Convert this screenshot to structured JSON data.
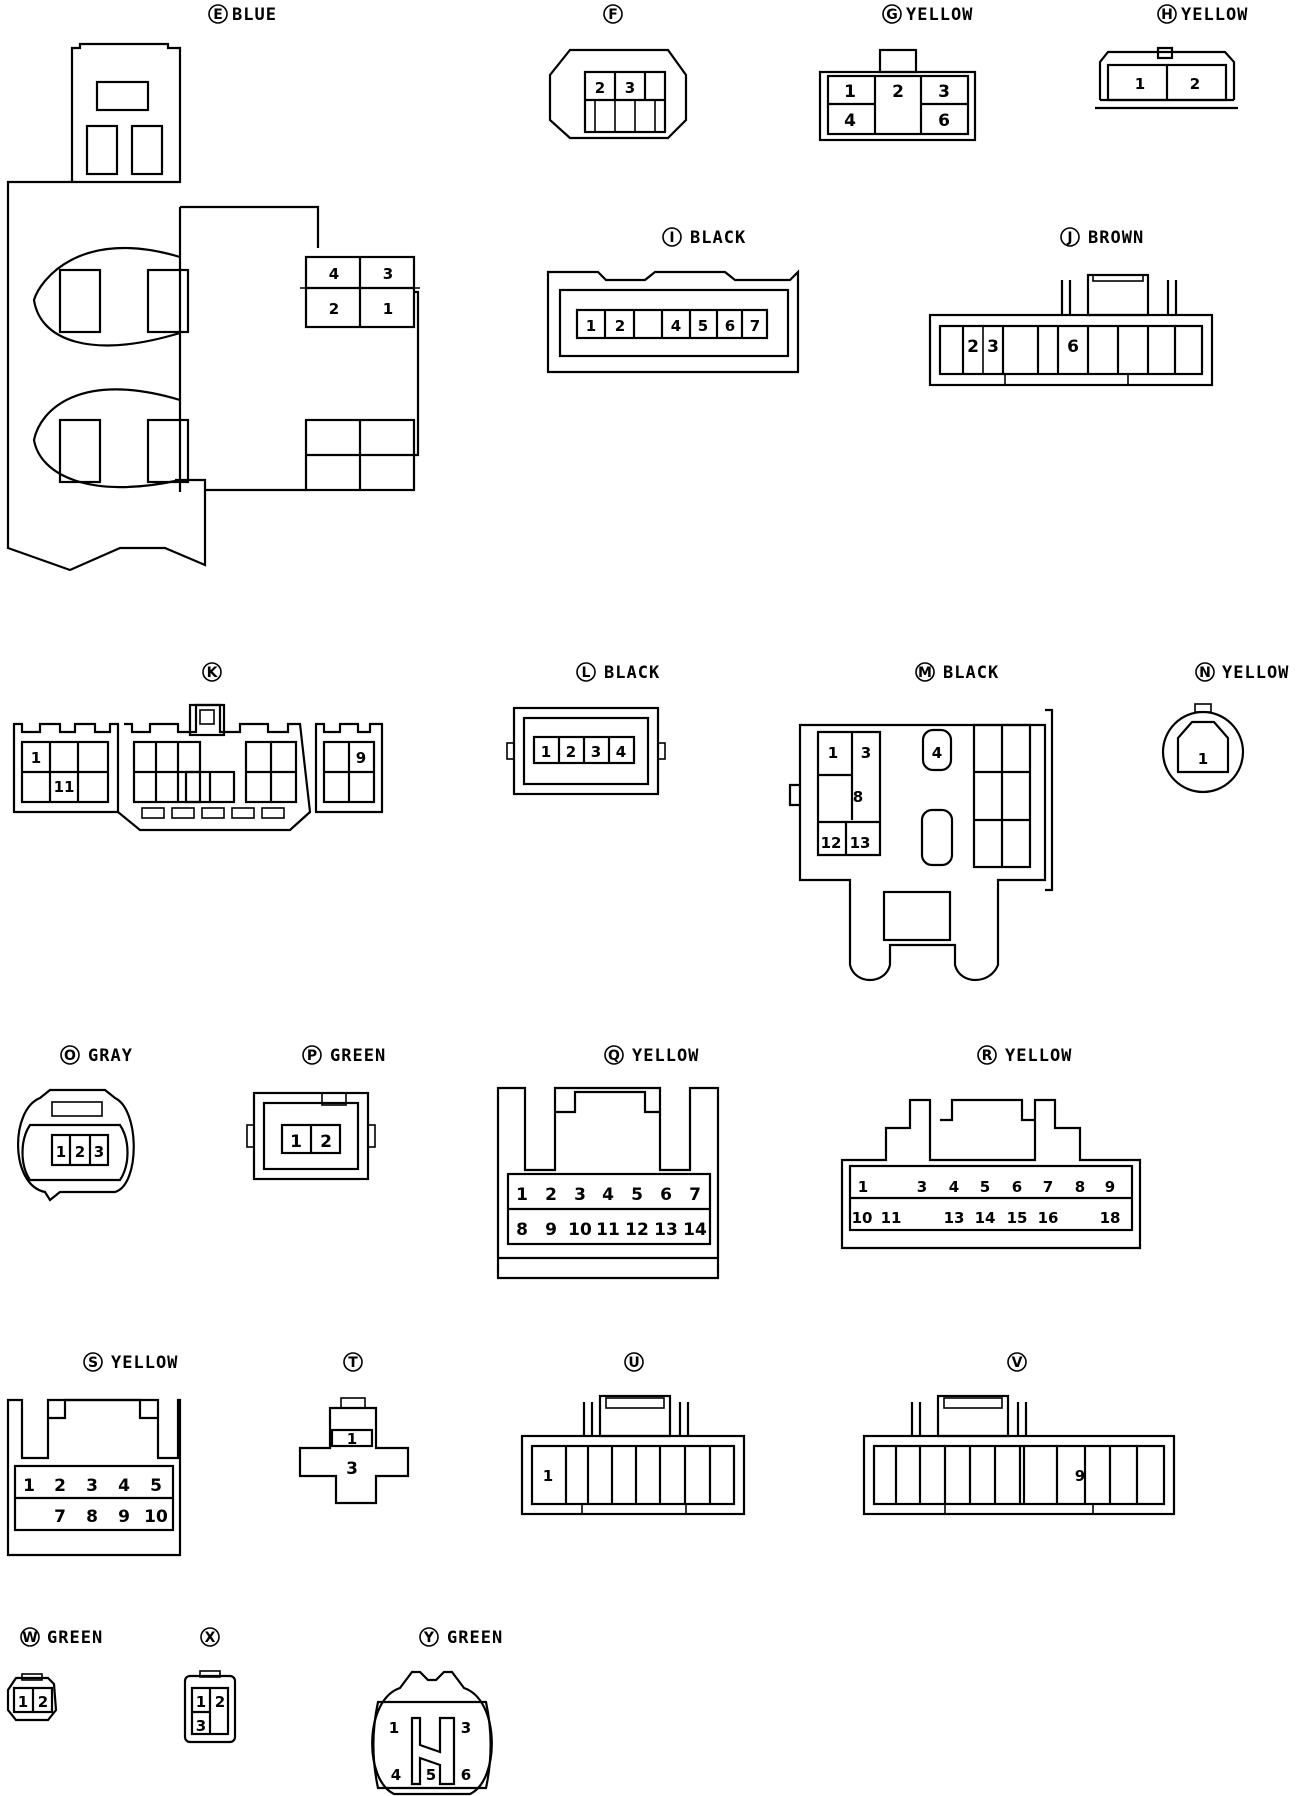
{
  "connectors": {
    "E": {
      "letter": "E",
      "color": "BLUE",
      "pins": [
        "4",
        "3",
        "2",
        "1"
      ]
    },
    "F": {
      "letter": "F",
      "color": "",
      "pins": [
        "2",
        "3"
      ]
    },
    "G": {
      "letter": "G",
      "color": "YELLOW",
      "pins": [
        "1",
        "2",
        "3",
        "4",
        "6"
      ]
    },
    "H": {
      "letter": "H",
      "color": "YELLOW",
      "pins": [
        "1",
        "2"
      ]
    },
    "I": {
      "letter": "I",
      "color": "BLACK",
      "pins": [
        "1",
        "2",
        "4",
        "5",
        "6",
        "7"
      ]
    },
    "J": {
      "letter": "J",
      "color": "BROWN",
      "pins": [
        "2",
        "3",
        "6"
      ]
    },
    "K": {
      "letter": "K",
      "color": "",
      "pins": [
        "1",
        "11",
        "9"
      ]
    },
    "L": {
      "letter": "L",
      "color": "BLACK",
      "pins": [
        "1",
        "2",
        "3",
        "4"
      ]
    },
    "M": {
      "letter": "M",
      "color": "BLACK",
      "pins": [
        "1",
        "3",
        "4",
        "8",
        "12",
        "13"
      ]
    },
    "N": {
      "letter": "N",
      "color": "YELLOW",
      "pins": [
        "1"
      ]
    },
    "O": {
      "letter": "O",
      "color": "GRAY",
      "pins": [
        "1",
        "2",
        "3"
      ]
    },
    "P": {
      "letter": "P",
      "color": "GREEN",
      "pins": [
        "1",
        "2"
      ]
    },
    "Q": {
      "letter": "Q",
      "color": "YELLOW",
      "pins": [
        "1",
        "2",
        "3",
        "4",
        "5",
        "6",
        "7",
        "8",
        "9",
        "10",
        "11",
        "12",
        "13",
        "14"
      ]
    },
    "R": {
      "letter": "R",
      "color": "YELLOW",
      "pins": [
        "1",
        "3",
        "4",
        "5",
        "6",
        "7",
        "8",
        "9",
        "10",
        "11",
        "13",
        "14",
        "15",
        "16",
        "18"
      ]
    },
    "S": {
      "letter": "S",
      "color": "YELLOW",
      "pins": [
        "1",
        "2",
        "3",
        "4",
        "5",
        "7",
        "8",
        "9",
        "10"
      ]
    },
    "T": {
      "letter": "T",
      "color": "",
      "pins": [
        "1",
        "3"
      ]
    },
    "U": {
      "letter": "U",
      "color": "",
      "pins": [
        "1"
      ]
    },
    "V": {
      "letter": "V",
      "color": "",
      "pins": [
        "9"
      ]
    },
    "W": {
      "letter": "W",
      "color": "GREEN",
      "pins": [
        "1",
        "2"
      ]
    },
    "X": {
      "letter": "X",
      "color": "",
      "pins": [
        "1",
        "2",
        "3"
      ]
    },
    "Y": {
      "letter": "Y",
      "color": "GREEN",
      "pins": [
        "1",
        "3",
        "4",
        "5",
        "6"
      ]
    }
  }
}
